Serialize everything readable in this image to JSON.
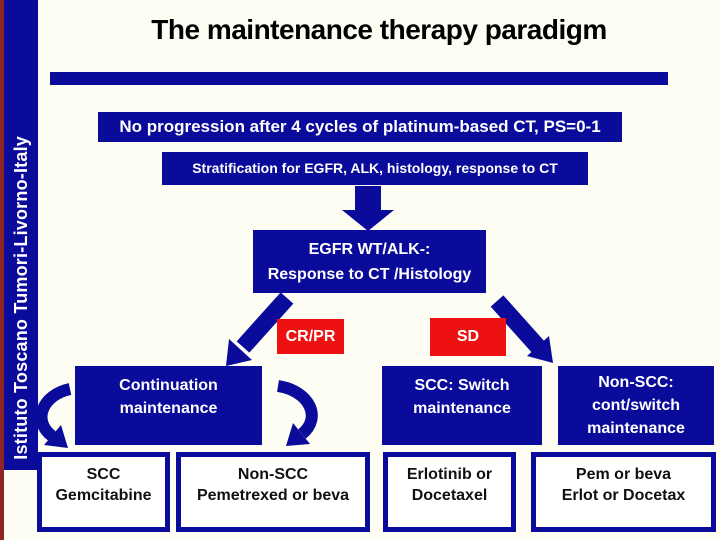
{
  "title": "The maintenance therapy paradigm",
  "sidebar": {
    "label": "Istituto Toscano Tumori-Livorno-Italy"
  },
  "flowchart": {
    "criteria": "No progression after 4 cycles of platinum-based CT, PS=0-1",
    "stratification": "Stratification for EGFR, ALK, histology, response to CT",
    "decision": {
      "line1": "EGFR WT/ALK-:",
      "line2": "Response to CT /Histology"
    },
    "branch_left": "CR/PR",
    "branch_right": "SD",
    "strategies": {
      "continuation": {
        "line1": "Continuation",
        "line2": "maintenance"
      },
      "scc_switch": {
        "line1": "SCC: Switch",
        "line2": "maintenance"
      },
      "non_scc": {
        "line1": "Non-SCC:",
        "line2": "cont/switch",
        "line3": "maintenance"
      }
    },
    "treatments": {
      "scc_gemcitabine": {
        "line1": "SCC",
        "line2": "Gemcitabine"
      },
      "non_scc_pem": {
        "line1": "Non-SCC",
        "line2": "Pemetrexed or beva"
      },
      "switch_drugs": {
        "line1": "Erlotinib or",
        "line2": "Docetaxel"
      },
      "cont_switch_drugs": {
        "line1": "Pem or beva",
        "line2": "Erlot or Docetax"
      }
    }
  },
  "icons": {
    "down_arrow": "block-arrow-down",
    "diagonal_arrow_left": "block-arrow-down-left",
    "diagonal_arrow_right": "block-arrow-down-right",
    "curved_arrow_left": "curved-arrow-down-right",
    "curved_arrow_right": "curved-arrow-down-left"
  },
  "colors": {
    "navy": "#0a0b9a",
    "red": "#ed1111",
    "dark_red": "#8e2424",
    "slide_background": "#fefdf4",
    "black": "#111111"
  }
}
